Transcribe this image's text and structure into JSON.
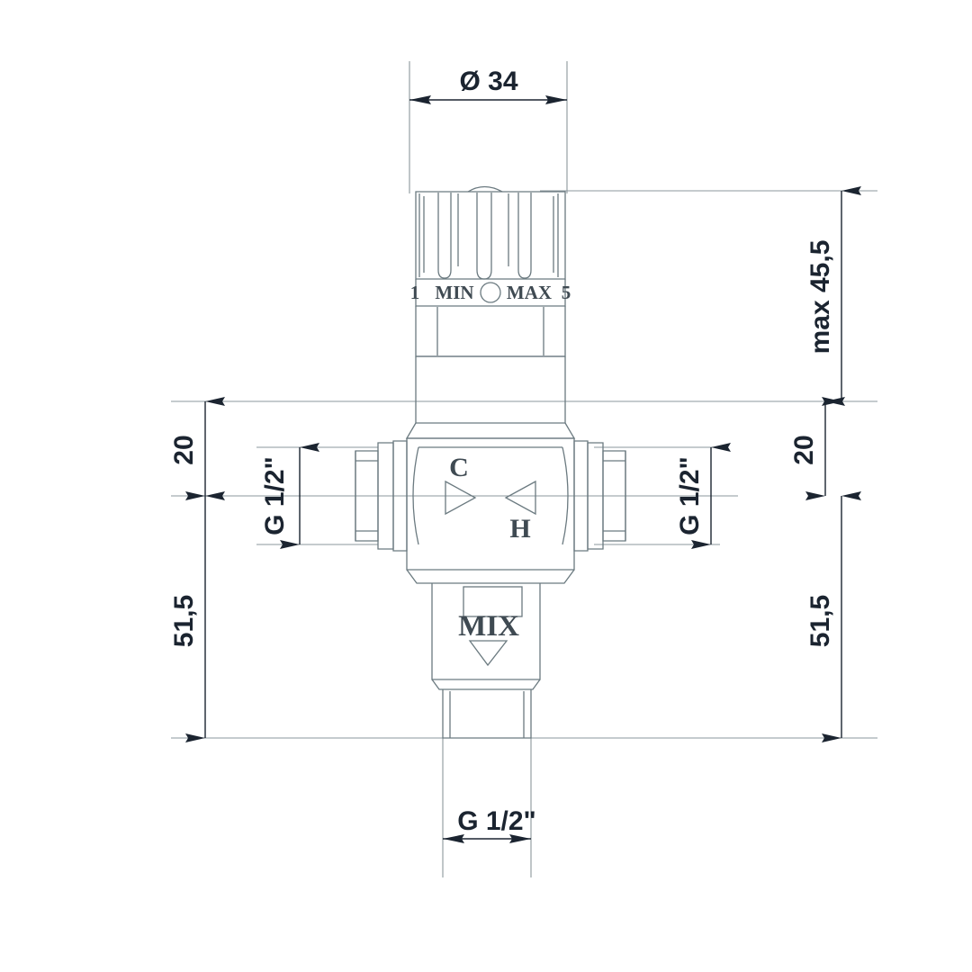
{
  "drawing": {
    "type": "technical-engineering-drawing",
    "subject": "thermostatic mixing valve",
    "line_color": "#6b7a80",
    "dim_color": "#1b2430",
    "background": "#ffffff"
  },
  "dimensions": {
    "top_diameter": "Ø 34",
    "right_max_height": "max 45,5",
    "right_upper": "20",
    "right_lower": "51,5",
    "left_upper": "20",
    "left_lower": "51,5",
    "left_port_thread": "G 1/2\"",
    "right_port_thread": "G 1/2\"",
    "bottom_outlet_thread": "G 1/2\""
  },
  "valve_markings": {
    "scale_min_number": "1",
    "scale_min_label": "MIN",
    "scale_center_mark": "○",
    "scale_max_label": "MAX",
    "scale_max_number": "5",
    "cold_label": "C",
    "hot_label": "H",
    "outlet_label": "MIX"
  }
}
